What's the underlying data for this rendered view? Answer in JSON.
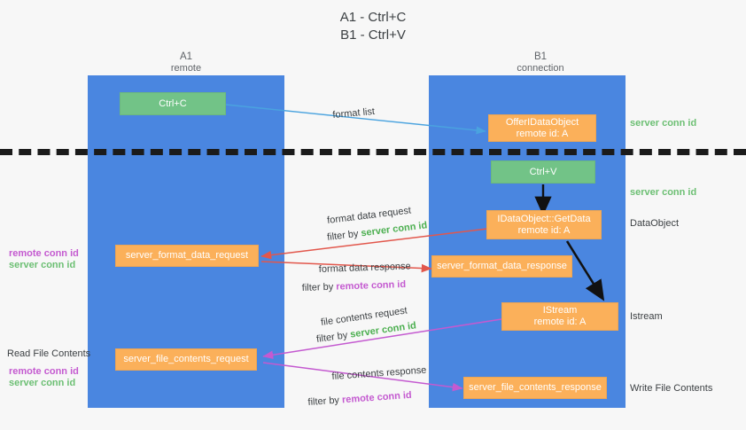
{
  "title": {
    "line1": "A1 - Ctrl+C",
    "line2": "B1 - Ctrl+V"
  },
  "columns": [
    {
      "name": "A1",
      "sub": "remote"
    },
    {
      "name": "B1",
      "sub": "connection"
    }
  ],
  "boxes": {
    "ctrl_c": {
      "label": "Ctrl+C",
      "color": "#72c387"
    },
    "offer_idataobject": {
      "line1": "OfferIDataObject",
      "line2": "remote id: A",
      "color": "#fbb05a"
    },
    "ctrl_v": {
      "label": "Ctrl+V",
      "color": "#72c387"
    },
    "getdata": {
      "line1": "IDataObject::GetData",
      "line2": "remote id: A",
      "color": "#fbb05a"
    },
    "istream": {
      "line1": "IStream",
      "line2": "remote id: A",
      "color": "#fbb05a"
    },
    "server_format_data_request": {
      "label": "server_format_data_request",
      "color": "#fbb05a"
    },
    "server_format_data_response": {
      "label": "server_format_data_response",
      "color": "#fbb05a"
    },
    "server_file_contents_request": {
      "label": "server_file_contents_request",
      "color": "#fbb05a"
    },
    "server_file_contents_response": {
      "label": "server_file_contents_response",
      "color": "#fbb05a"
    }
  },
  "edge_labels": {
    "format_list": "format list",
    "format_data_request": "format data request",
    "format_data_request_filter_prefix": "filter by ",
    "format_data_request_filter_value": "server conn id",
    "format_data_response": "format data response",
    "format_data_response_filter_prefix": "filter by ",
    "format_data_response_filter_value": "remote conn id",
    "file_contents_request": "file contents request",
    "file_contents_request_filter_prefix": "filter by ",
    "file_contents_request_filter_value": "server conn id",
    "file_contents_response": "file contents response",
    "file_contents_response_filter_prefix": "filter by ",
    "file_contents_response_filter_value": "remote conn id"
  },
  "right_labels": {
    "server_conn_id_top": "server conn id",
    "server_conn_id_mid": "server conn id",
    "dataobject": "DataObject",
    "istream": "Istream",
    "write_file_contents": "Write File Contents"
  },
  "left_labels": {
    "remote_conn_id_upper": "remote conn id",
    "server_conn_id_upper": "server conn id",
    "read_file_contents": "Read File Contents",
    "remote_conn_id_lower": "remote conn id",
    "server_conn_id_lower": "server conn id"
  },
  "colors": {
    "lane": "#4a86e0",
    "green_box": "#72c387",
    "orange_box": "#fbb05a",
    "blue_arrow": "#4aa3df",
    "red_arrow": "#e2574c",
    "purple_arrow": "#c45ad0",
    "black_arrow": "#111111",
    "green_text": "#4caf50",
    "purple_text": "#c45ad0",
    "background": "#f7f7f7"
  }
}
